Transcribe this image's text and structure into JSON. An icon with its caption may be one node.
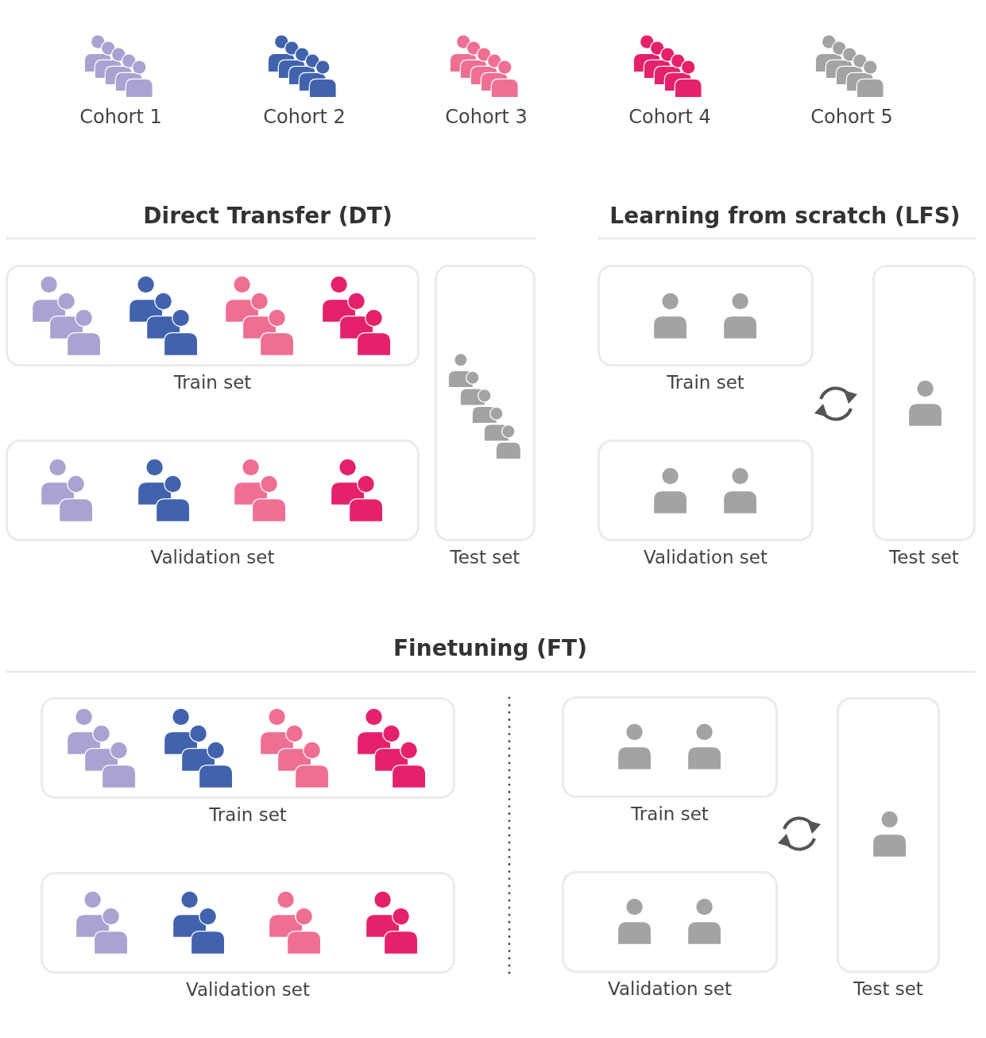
{
  "diagram": {
    "nodes": [
      {
        "text": [
          "Train set"
        ]
      },
      {
        "text": [
          "Validation set"
        ]
      },
      {
        "text": [
          "Test set"
        ]
      },
      {
        "text": [
          "Train set"
        ]
      },
      {
        "text": [
          "Validation set"
        ]
      },
      {
        "text": [
          "Test set"
        ]
      },
      {
        "text": [
          "Train set"
        ]
      },
      {
        "text": [
          "Validation set"
        ]
      },
      {
        "text": [
          "Train set"
        ]
      },
      {
        "text": [
          "Validation set"
        ]
      },
      {
        "text": [
          "Test set"
        ]
      }
    ],
    "labels": [
      "Cohort 1",
      "Cohort 2",
      "Cohort 3",
      "Cohort 4",
      "Cohort 5",
      "Direct Transfer (DT)",
      "Learning from scratch (LFS)",
      "Finetuning (FT)"
    ]
  }
}
